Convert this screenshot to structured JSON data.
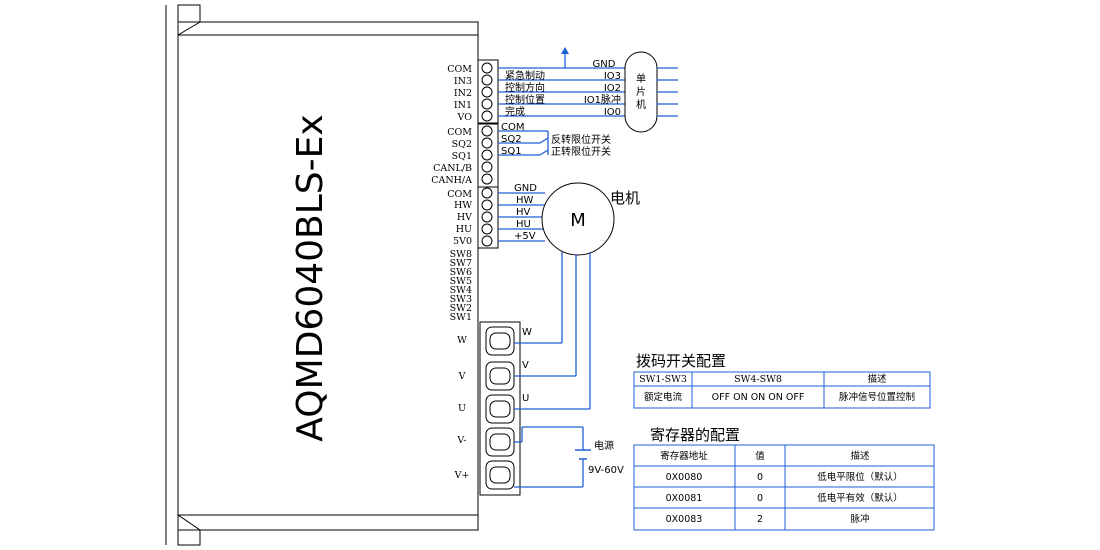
{
  "driver": {
    "model": "AQMD6040BLS-Ex"
  },
  "terminals_group1": [
    "COM",
    "IN3",
    "IN2",
    "IN1",
    "VO"
  ],
  "terminals_group2": [
    "COM",
    "SQ2",
    "SQ1",
    "CANL/B",
    "CANH/A"
  ],
  "terminals_group3": [
    "COM",
    "HW",
    "HV",
    "HU",
    "5V0"
  ],
  "switches": [
    "SW8",
    "SW7",
    "SW6",
    "SW5",
    "SW4",
    "SW3",
    "SW2",
    "SW1"
  ],
  "power_terminals": [
    "W",
    "V",
    "U",
    "V-",
    "V+"
  ],
  "io_wires": [
    {
      "left": "紧急制动",
      "right": "IO3"
    },
    {
      "left": "控制方向",
      "right": "IO2"
    },
    {
      "left": "控制位置",
      "right": "IO1脉冲"
    },
    {
      "left": "完成",
      "right": "IO0"
    }
  ],
  "gnd_top": "GND",
  "mcu_label": [
    "单",
    "片",
    "机"
  ],
  "limit_wires": [
    {
      "left": "COM",
      "right": ""
    },
    {
      "left": "SQ2",
      "right": "反转限位开关"
    },
    {
      "left": "SQ1",
      "right": "正转限位开关"
    }
  ],
  "hall_wires": [
    "GND",
    "HW",
    "HV",
    "HU",
    "+5V"
  ],
  "motor": {
    "symbol": "M",
    "label": "电机"
  },
  "phase_labels": [
    "W",
    "V",
    "U"
  ],
  "power_supply": {
    "label": "电源",
    "range": "9V-60V"
  },
  "dip_table": {
    "title": "拨码开关配置",
    "headers": [
      "SW1-SW3",
      "SW4-SW8",
      "描述"
    ],
    "rows": [
      [
        "额定电流",
        "OFF ON ON ON OFF",
        "脉冲信号位置控制"
      ]
    ]
  },
  "reg_table": {
    "title": "寄存器的配置",
    "headers": [
      "寄存器地址",
      "值",
      "描述"
    ],
    "rows": [
      [
        "0X0080",
        "0",
        "低电平限位（默认）"
      ],
      [
        "0X0081",
        "0",
        "低电平有效（默认）"
      ],
      [
        "0X0083",
        "2",
        "脉冲"
      ]
    ]
  }
}
